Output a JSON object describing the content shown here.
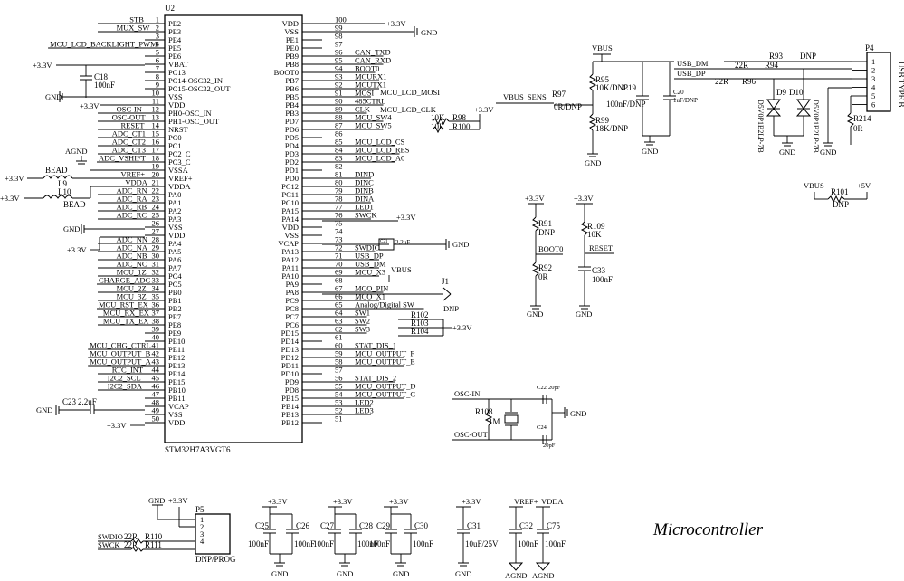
{
  "title": "Microcontroller",
  "mcu": {
    "ref": "U2",
    "part": "STM32H7A3VGT6",
    "left_pins": [
      {
        "num": "1",
        "name": "PE2",
        "net": "STB"
      },
      {
        "num": "2",
        "name": "PE3",
        "net": "MUX_SW"
      },
      {
        "num": "3",
        "name": "PE4",
        "net": ""
      },
      {
        "num": "4",
        "name": "PE5",
        "net": "MCU_LCD_BACKLIGHT_PWM"
      },
      {
        "num": "5",
        "name": "PE6",
        "net": ""
      },
      {
        "num": "6",
        "name": "VBAT",
        "net": ""
      },
      {
        "num": "7",
        "name": "PC13",
        "net": ""
      },
      {
        "num": "8",
        "name": "PC14-OSC32_IN",
        "net": ""
      },
      {
        "num": "9",
        "name": "PC15-OSC32_OUT",
        "net": ""
      },
      {
        "num": "10",
        "name": "VSS",
        "net": ""
      },
      {
        "num": "11",
        "name": "VDD",
        "net": ""
      },
      {
        "num": "12",
        "name": "PH0-OSC_IN",
        "net": "OSC-IN"
      },
      {
        "num": "13",
        "name": "PH1-OSC_OUT",
        "net": "OSC-OUT"
      },
      {
        "num": "14",
        "name": "NRST",
        "net": "RESET"
      },
      {
        "num": "15",
        "name": "PC0",
        "net": "ADC_CT1"
      },
      {
        "num": "16",
        "name": "PC1",
        "net": "ADC_CT2"
      },
      {
        "num": "17",
        "name": "PC2_C",
        "net": "ADC_CT3"
      },
      {
        "num": "18",
        "name": "PC3_C",
        "net": "ADC_VSHIFT"
      },
      {
        "num": "19",
        "name": "VSSA",
        "net": ""
      },
      {
        "num": "20",
        "name": "VREF+",
        "net": "VREF+"
      },
      {
        "num": "21",
        "name": "VDDA",
        "net": "VDDA"
      },
      {
        "num": "22",
        "name": "PA0",
        "net": "ADC_RN"
      },
      {
        "num": "23",
        "name": "PA1",
        "net": "ADC_RA"
      },
      {
        "num": "24",
        "name": "PA2",
        "net": "ADC_RB"
      },
      {
        "num": "25",
        "name": "PA3",
        "net": "ADC_RC"
      },
      {
        "num": "26",
        "name": "VSS",
        "net": ""
      },
      {
        "num": "27",
        "name": "VDD",
        "net": ""
      },
      {
        "num": "28",
        "name": "PA4",
        "net": "ADC_NN"
      },
      {
        "num": "29",
        "name": "PA5",
        "net": "ADC_NA"
      },
      {
        "num": "30",
        "name": "PA6",
        "net": "ADC_NB"
      },
      {
        "num": "31",
        "name": "PA7",
        "net": "ADC_NC"
      },
      {
        "num": "32",
        "name": "PC4",
        "net": "MCU_1Z"
      },
      {
        "num": "33",
        "name": "PC5",
        "net": "CHARGE_ADC"
      },
      {
        "num": "34",
        "name": "PB0",
        "net": "MCU_2Z"
      },
      {
        "num": "35",
        "name": "PB1",
        "net": "MCU_3Z"
      },
      {
        "num": "36",
        "name": "PB2",
        "net": "MCU_RST_EX"
      },
      {
        "num": "37",
        "name": "PE7",
        "net": "MCU_RX_EX"
      },
      {
        "num": "38",
        "name": "PE8",
        "net": "MCU_TX_EX"
      },
      {
        "num": "39",
        "name": "PE9",
        "net": ""
      },
      {
        "num": "40",
        "name": "PE10",
        "net": ""
      },
      {
        "num": "41",
        "name": "PE11",
        "net": "MCU_CHG_CTRL"
      },
      {
        "num": "42",
        "name": "PE12",
        "net": "MCU_OUTPUT_B"
      },
      {
        "num": "43",
        "name": "PE13",
        "net": "MCU_OUTPUT_A"
      },
      {
        "num": "44",
        "name": "PE14",
        "net": "RTC_INT"
      },
      {
        "num": "45",
        "name": "PE15",
        "net": "I2C2_SCL"
      },
      {
        "num": "46",
        "name": "PB10",
        "net": "I2C2_SDA"
      },
      {
        "num": "47",
        "name": "PB11",
        "net": ""
      },
      {
        "num": "48",
        "name": "VCAP",
        "net": ""
      },
      {
        "num": "49",
        "name": "VSS",
        "net": ""
      },
      {
        "num": "50",
        "name": "VDD",
        "net": ""
      }
    ],
    "right_pins": [
      {
        "num": "100",
        "name": "VDD",
        "net": ""
      },
      {
        "num": "99",
        "name": "VSS",
        "net": ""
      },
      {
        "num": "98",
        "name": "PE1",
        "net": ""
      },
      {
        "num": "97",
        "name": "PE0",
        "net": ""
      },
      {
        "num": "96",
        "name": "PB9",
        "net": "CAN_TXD"
      },
      {
        "num": "95",
        "name": "PB8",
        "net": "CAN_RXD"
      },
      {
        "num": "94",
        "name": "BOOT0",
        "net": "BOOT0"
      },
      {
        "num": "93",
        "name": "PB7",
        "net": "MCURX1"
      },
      {
        "num": "92",
        "name": "PB6",
        "net": "MCUTX1"
      },
      {
        "num": "91",
        "name": "PB5",
        "net": "MOSI"
      },
      {
        "num": "90",
        "name": "PB4",
        "net": "485CTRL"
      },
      {
        "num": "89",
        "name": "PB3",
        "net": "CLK"
      },
      {
        "num": "88",
        "name": "PD7",
        "net": "MCU_SW4"
      },
      {
        "num": "87",
        "name": "PD6",
        "net": "MCU_SW5"
      },
      {
        "num": "86",
        "name": "PD5",
        "net": ""
      },
      {
        "num": "85",
        "name": "PD4",
        "net": "MCU_LCD_CS"
      },
      {
        "num": "84",
        "name": "PD3",
        "net": "MCU_LCD_RES"
      },
      {
        "num": "83",
        "name": "PD2",
        "net": "MCU_LCD_A0"
      },
      {
        "num": "82",
        "name": "PD1",
        "net": ""
      },
      {
        "num": "81",
        "name": "PD0",
        "net": "DIND"
      },
      {
        "num": "80",
        "name": "PC12",
        "net": "DINC"
      },
      {
        "num": "79",
        "name": "PC11",
        "net": "DINB"
      },
      {
        "num": "78",
        "name": "PC10",
        "net": "DINA"
      },
      {
        "num": "77",
        "name": "PA15",
        "net": "LED1"
      },
      {
        "num": "76",
        "name": "PA14",
        "net": "SWCK"
      },
      {
        "num": "75",
        "name": "VDD",
        "net": ""
      },
      {
        "num": "74",
        "name": "VSS",
        "net": ""
      },
      {
        "num": "73",
        "name": "VCAP",
        "net": ""
      },
      {
        "num": "72",
        "name": "PA13",
        "net": "SWDIO"
      },
      {
        "num": "71",
        "name": "PA12",
        "net": "USB_DP"
      },
      {
        "num": "70",
        "name": "PA11",
        "net": "USB_DM"
      },
      {
        "num": "69",
        "name": "PA10",
        "net": "MCU_X3"
      },
      {
        "num": "68",
        "name": "PA9",
        "net": ""
      },
      {
        "num": "67",
        "name": "PA8",
        "net": "MCO_PIN"
      },
      {
        "num": "66",
        "name": "PC9",
        "net": "MCO_X1"
      },
      {
        "num": "65",
        "name": "PC8",
        "net": "Analog/Digital SW"
      },
      {
        "num": "64",
        "name": "PC7",
        "net": "SW1"
      },
      {
        "num": "63",
        "name": "PC6",
        "net": "SW2"
      },
      {
        "num": "62",
        "name": "PD15",
        "net": "SW3"
      },
      {
        "num": "61",
        "name": "PD14",
        "net": ""
      },
      {
        "num": "60",
        "name": "PD13",
        "net": "STAT_DIS_1"
      },
      {
        "num": "59",
        "name": "PD12",
        "net": "MCU_OUTPUT_F"
      },
      {
        "num": "58",
        "name": "PD11",
        "net": "MCU_OUTPUT_E"
      },
      {
        "num": "57",
        "name": "PD10",
        "net": ""
      },
      {
        "num": "56",
        "name": "PD9",
        "net": "STAT_DIS_2"
      },
      {
        "num": "55",
        "name": "PD8",
        "net": "MCU_OUTPUT_D"
      },
      {
        "num": "54",
        "name": "PB15",
        "net": "MCU_OUTPUT_C"
      },
      {
        "num": "53",
        "name": "PB14",
        "net": "LED2"
      },
      {
        "num": "52",
        "name": "PB13",
        "net": "LED3"
      },
      {
        "num": "51",
        "name": "PB12",
        "net": ""
      }
    ]
  },
  "labels": {
    "p33": "+3.3V",
    "gnd": "GND",
    "vbus": "VBUS",
    "p5v": "+5V",
    "vref": "VREF+",
    "vdda": "VDDA",
    "agnd": "AGND",
    "mosi_net": "MCU_LCD_MOSI",
    "clk_net": "MCU_LCD_CLK",
    "vbus_sens": "VBUS_SENS",
    "dnp": "DNP"
  },
  "misc": {
    "c18": "C18",
    "c18v": "100nF",
    "l9": "L9",
    "l10": "L10",
    "bead": "BEAD",
    "c23": "C23",
    "c23v": "2.2uF",
    "c21": "C21",
    "c21v": "2.2uF",
    "r98": "R98",
    "r100": "R100",
    "r10k": "10K",
    "r102": "R102",
    "r103": "R103",
    "r104": "R104",
    "j1": "J1"
  },
  "usb": {
    "p4": "P4",
    "conn": "USB TYPE B",
    "pins": [
      "1",
      "2",
      "3",
      "4",
      "5",
      "6"
    ],
    "usb_dm": "USB_DM",
    "usb_dp": "USB_DP",
    "r93": "R93",
    "r94": "R94",
    "r96": "R96",
    "r22": "22R",
    "d9": "D9",
    "d10": "D10",
    "dpart": "D5V0P1B2LP-7B",
    "r214": "R214",
    "r214v": "0R",
    "r101": "R101",
    "r101v": "DNP"
  },
  "vsense": {
    "r95": "R95",
    "r95v": "10K/DNP",
    "c19": "C19",
    "c19v": "100nF/DNP",
    "c20": "C20",
    "c20v": "1uF/DNP",
    "r97": "R97",
    "r97v": "0R/DNP",
    "r99": "R99",
    "r99v": "18K/DNP"
  },
  "boot": {
    "r91": "R91",
    "r91v": "DNP",
    "net": "BOOT0",
    "r92": "R92",
    "r92v": "0R"
  },
  "reset": {
    "r109": "R109",
    "r109v": "10K",
    "net": "RESET",
    "c33": "C33",
    "c33v": "100nF"
  },
  "osc": {
    "in": "OSC-IN",
    "out": "OSC-OUT",
    "r108": "R108",
    "r108v": "1M",
    "c22": "C22",
    "c22v": "20pF",
    "c24": "C24",
    "c24v": "20pF"
  },
  "prog": {
    "p5": "P5",
    "label": "DNP/PROG",
    "pins": [
      "1",
      "2",
      "3",
      "4"
    ],
    "swdio": "SWDIO",
    "swck": "SWCK",
    "r22": "22R",
    "r110": "R110",
    "r111": "R111"
  },
  "caps": [
    {
      "ref": "C25",
      "val": "100nF"
    },
    {
      "ref": "C26",
      "val": "100nF"
    },
    {
      "ref": "C27",
      "val": "100nF"
    },
    {
      "ref": "C28",
      "val": "100nF"
    },
    {
      "ref": "C29",
      "val": "100nF"
    },
    {
      "ref": "C30",
      "val": "100nF"
    },
    {
      "ref": "C31",
      "val": "10uF/25V"
    },
    {
      "ref": "C32",
      "val": "100nF"
    },
    {
      "ref": "C75",
      "val": "100nF"
    }
  ]
}
